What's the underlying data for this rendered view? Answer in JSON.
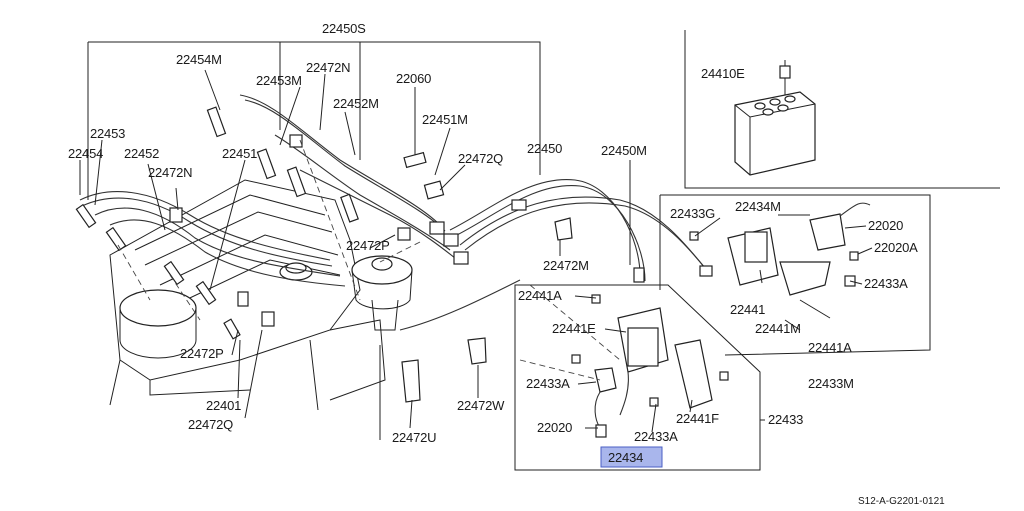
{
  "labels": {
    "l22450S": "22450S",
    "l22454M": "22454M",
    "l22453M": "22453M",
    "l22472N_a": "22472N",
    "l22060": "22060",
    "l22452M": "22452M",
    "l22451M": "22451M",
    "l22453": "22453",
    "l22454": "22454",
    "l22452": "22452",
    "l22451": "22451",
    "l22472N_b": "22472N",
    "l22472Q_a": "22472Q",
    "l22450": "22450",
    "l22450M": "22450M",
    "l22472P_a": "22472P",
    "l22472M": "22472M",
    "l22410E": "24410E",
    "l22433G": "22433G",
    "l22434M": "22434M",
    "l22020_a": "22020",
    "l22020A": "22020A",
    "l22433A_a": "22433A",
    "l22441": "22441",
    "l22441M": "22441M",
    "l22441A_a": "22441A",
    "l22433M": "22433M",
    "l22441A_b": "22441A",
    "l22441E": "22441E",
    "l22433A_b": "22433A",
    "l22020_b": "22020",
    "l22433A_c": "22433A",
    "l22441F": "22441F",
    "l22433": "22433",
    "l22434": "22434",
    "l22472P_b": "22472P",
    "l22401": "22401",
    "l22472Q_b": "22472Q",
    "l22472W": "22472W",
    "l22472U": "22472U"
  },
  "footer": {
    "code": "S12-A-G2201-0121"
  },
  "highlight": {
    "part": "22434",
    "color": "#a9b6ec"
  }
}
